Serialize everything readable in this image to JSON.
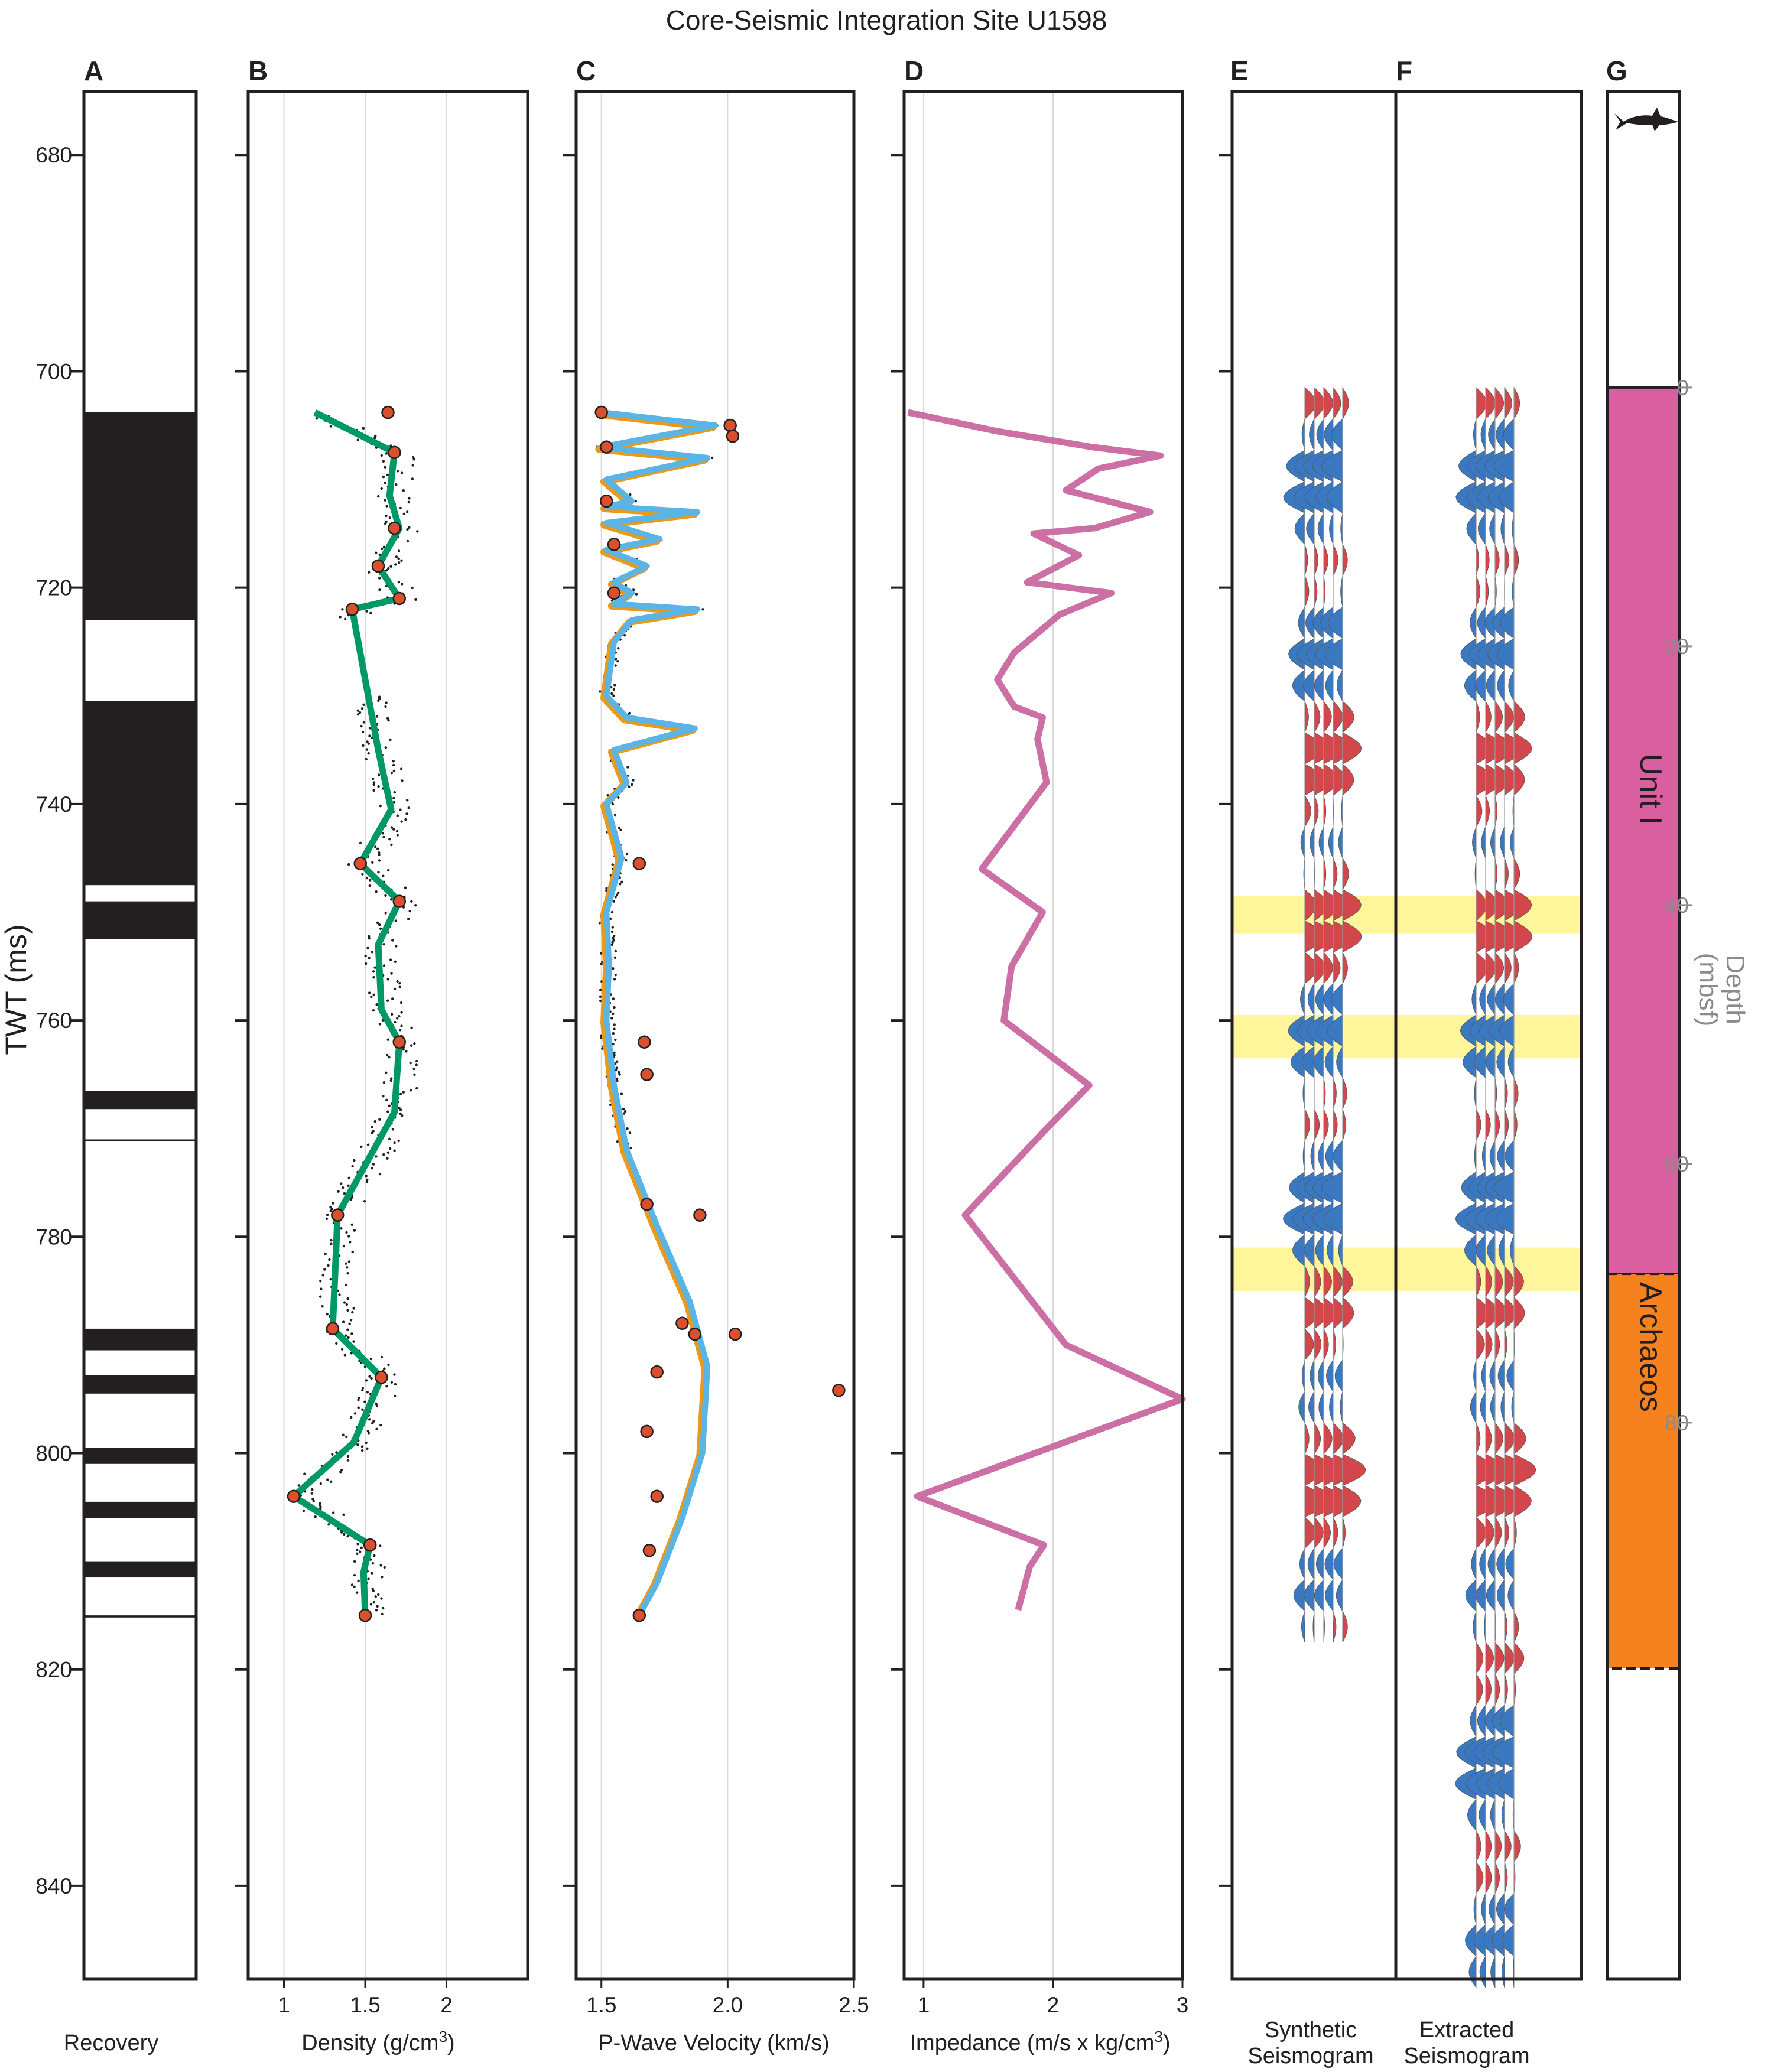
{
  "title": "Core-Seismic Integration Site U1598",
  "chart_data": {
    "type": "multi-panel well log",
    "twt_axis": {
      "label": "TWT (ms)",
      "range": [
        676,
        850
      ],
      "ticks": [
        680,
        700,
        720,
        740,
        760,
        780,
        800,
        820,
        840
      ],
      "tick_labels": [
        "680",
        "700",
        "720",
        "740",
        "760",
        "780",
        "800",
        "820",
        "840"
      ]
    },
    "panels": {
      "A": {
        "letter": "A",
        "xlabel": "Recovery",
        "recovered_intervals_twt": [
          [
            703.8,
            723.0
          ],
          [
            730.5,
            747.5
          ],
          [
            749.0,
            752.5
          ],
          [
            766.5,
            768.2
          ],
          [
            771.0,
            770.9
          ],
          [
            788.5,
            790.5
          ],
          [
            792.8,
            794.5
          ],
          [
            799.5,
            801.0
          ],
          [
            804.5,
            806.0
          ],
          [
            810.0,
            811.5
          ],
          [
            815.0,
            815.2
          ]
        ]
      },
      "B": {
        "letter": "B",
        "xlabel": "Density (g/cm",
        "xlabel_sup": "3",
        "xlabel_tail": ")",
        "xlim": [
          0.78,
          2.5
        ],
        "xticks": [
          1,
          1.5,
          2
        ],
        "xtick_labels": [
          "1",
          "1.5",
          "2"
        ],
        "trend_line": [
          [
            1.19,
            703.8
          ],
          [
            1.68,
            707.5
          ],
          [
            1.65,
            711.5
          ],
          [
            1.71,
            714.5
          ],
          [
            1.58,
            718.0
          ],
          [
            1.71,
            721.0
          ],
          [
            1.42,
            722.0
          ],
          [
            1.58,
            735.0
          ],
          [
            1.66,
            740.5
          ],
          [
            1.47,
            745.5
          ],
          [
            1.71,
            749.0
          ],
          [
            1.58,
            753.0
          ],
          [
            1.6,
            759.0
          ],
          [
            1.71,
            762.0
          ],
          [
            1.68,
            768.5
          ],
          [
            1.33,
            778.0
          ],
          [
            1.3,
            788.5
          ],
          [
            1.6,
            793.0
          ],
          [
            1.43,
            799.0
          ],
          [
            1.06,
            804.0
          ],
          [
            1.53,
            808.5
          ],
          [
            1.49,
            811.0
          ],
          [
            1.5,
            815.0
          ]
        ],
        "discrete_samples": [
          [
            1.64,
            703.8
          ],
          [
            1.68,
            707.5
          ],
          [
            1.68,
            714.5
          ],
          [
            1.58,
            718.0
          ],
          [
            1.71,
            721.0
          ],
          [
            1.42,
            722.0
          ],
          [
            1.47,
            745.5
          ],
          [
            1.71,
            749.0
          ],
          [
            1.71,
            762.0
          ],
          [
            1.33,
            778.0
          ],
          [
            1.3,
            788.5
          ],
          [
            1.6,
            793.0
          ],
          [
            1.06,
            804.0
          ],
          [
            1.53,
            808.5
          ],
          [
            1.5,
            815.0
          ]
        ]
      },
      "C": {
        "letter": "C",
        "xlabel": "P-Wave Velocity (km/s)",
        "xlim": [
          1.4,
          2.5
        ],
        "xticks": [
          1.5,
          2.0,
          2.5
        ],
        "xtick_labels": [
          "1.5",
          "2.0",
          "2.5"
        ],
        "logged_velocity": [
          [
            1.5,
            703.8
          ],
          [
            1.95,
            705.0
          ],
          [
            1.5,
            707.0
          ],
          [
            1.92,
            708.0
          ],
          [
            1.52,
            710.0
          ],
          [
            1.62,
            712.0
          ],
          [
            1.52,
            712.5
          ],
          [
            1.88,
            713.0
          ],
          [
            1.52,
            714.0
          ],
          [
            1.73,
            715.5
          ],
          [
            1.52,
            716.5
          ],
          [
            1.68,
            718.0
          ],
          [
            1.55,
            719.5
          ],
          [
            1.62,
            720.5
          ],
          [
            1.55,
            721.5
          ],
          [
            1.88,
            722.0
          ],
          [
            1.62,
            723.0
          ],
          [
            1.55,
            725.0
          ],
          [
            1.52,
            730.0
          ],
          [
            1.6,
            732.0
          ],
          [
            1.87,
            733.0
          ],
          [
            1.55,
            735.0
          ],
          [
            1.6,
            738.0
          ],
          [
            1.52,
            740.0
          ],
          [
            1.58,
            745.0
          ],
          [
            1.52,
            750.0
          ],
          [
            1.53,
            755.0
          ],
          [
            1.52,
            760.0
          ],
          [
            1.55,
            766.0
          ],
          [
            1.6,
            772.0
          ],
          [
            1.72,
            779.0
          ],
          [
            1.85,
            786.0
          ],
          [
            1.92,
            792.0
          ],
          [
            1.9,
            800.0
          ],
          [
            1.82,
            806.0
          ],
          [
            1.72,
            812.0
          ],
          [
            1.65,
            815.0
          ]
        ],
        "discrete_samples": [
          [
            1.5,
            703.8
          ],
          [
            2.01,
            705.0
          ],
          [
            2.02,
            706.0
          ],
          [
            1.52,
            707.0
          ],
          [
            1.52,
            712.0
          ],
          [
            1.55,
            716.0
          ],
          [
            1.55,
            720.5
          ],
          [
            1.65,
            745.5
          ],
          [
            1.67,
            762.0
          ],
          [
            1.68,
            765.0
          ],
          [
            1.68,
            777.0
          ],
          [
            1.89,
            778.0
          ],
          [
            1.82,
            788.0
          ],
          [
            1.87,
            789.0
          ],
          [
            2.03,
            789.0
          ],
          [
            1.72,
            792.5
          ],
          [
            2.44,
            794.2
          ],
          [
            1.68,
            798.0
          ],
          [
            1.72,
            804.0
          ],
          [
            1.69,
            809.0
          ],
          [
            1.65,
            815.0
          ]
        ]
      },
      "D": {
        "letter": "D",
        "xlabel": "Impedance (m/s x kg/cm",
        "xlabel_sup": "3",
        "xlabel_tail": ")",
        "xlim": [
          0.85,
          3.0
        ],
        "xticks": [
          1,
          2,
          3
        ],
        "xtick_labels": [
          "1",
          "2",
          "3"
        ],
        "impedance": [
          [
            0.88,
            703.8
          ],
          [
            1.55,
            705.5
          ],
          [
            2.3,
            707.0
          ],
          [
            2.83,
            707.8
          ],
          [
            2.35,
            709.0
          ],
          [
            2.1,
            711.0
          ],
          [
            2.75,
            713.0
          ],
          [
            2.32,
            714.5
          ],
          [
            1.85,
            715.0
          ],
          [
            2.2,
            717.0
          ],
          [
            1.8,
            719.5
          ],
          [
            2.45,
            720.5
          ],
          [
            2.05,
            722.5
          ],
          [
            1.7,
            726.0
          ],
          [
            1.57,
            728.5
          ],
          [
            1.7,
            731.0
          ],
          [
            1.92,
            732.0
          ],
          [
            1.88,
            734.0
          ],
          [
            1.95,
            738.0
          ],
          [
            1.45,
            746.0
          ],
          [
            1.92,
            750.0
          ],
          [
            1.68,
            755.0
          ],
          [
            1.62,
            760.0
          ],
          [
            2.28,
            766.0
          ],
          [
            1.95,
            770.0
          ],
          [
            1.32,
            778.0
          ],
          [
            2.1,
            790.0
          ],
          [
            3.05,
            795.0
          ],
          [
            0.95,
            804.0
          ],
          [
            1.93,
            808.5
          ],
          [
            1.82,
            810.5
          ],
          [
            1.73,
            814.5
          ]
        ]
      },
      "E": {
        "letter": "E",
        "xlabel_line1": "Synthetic",
        "xlabel_line2": "Seismogram",
        "twt_range": [
          701.5,
          815.5
        ]
      },
      "F": {
        "letter": "F",
        "xlabel_line1": "Extracted",
        "xlabel_line2": "Seismogram",
        "twt_range": [
          701.5,
          846.5
        ]
      },
      "G": {
        "letter": "G",
        "depth_axis": {
          "label_line1": "Depth",
          "label_line2": "(mbsf)",
          "range_twt": [
            701.5,
            850
          ],
          "ticks_mbsf": [
            0,
            20,
            40,
            60,
            80
          ],
          "tick_labels": [
            "0",
            "20",
            "40",
            "60",
            "80"
          ]
        },
        "units": [
          {
            "name": "Unit I",
            "top_mbsf": 0,
            "bottom_mbsf": 68.5,
            "color": "#da5fa0"
          },
          {
            "name": "Archaeos",
            "top_mbsf": 68.5,
            "bottom_mbsf": 99,
            "color": "#f5821f"
          }
        ],
        "icon": "shark-icon"
      }
    },
    "highlights_twt": [
      [
        748.5,
        752.0
      ],
      [
        759.5,
        763.5
      ],
      [
        781.0,
        785.0
      ]
    ],
    "colors": {
      "trend": "#009966",
      "velocity_logged": "#5ab4e5",
      "velocity_orange": "#e89a1c",
      "discrete": "#d9502e",
      "impedance": "#cc6fa5",
      "positive_lobe": "#d1474c",
      "negative_lobe": "#3a78c2",
      "highlight": "#fff59a",
      "recovery": "#231f20"
    }
  }
}
